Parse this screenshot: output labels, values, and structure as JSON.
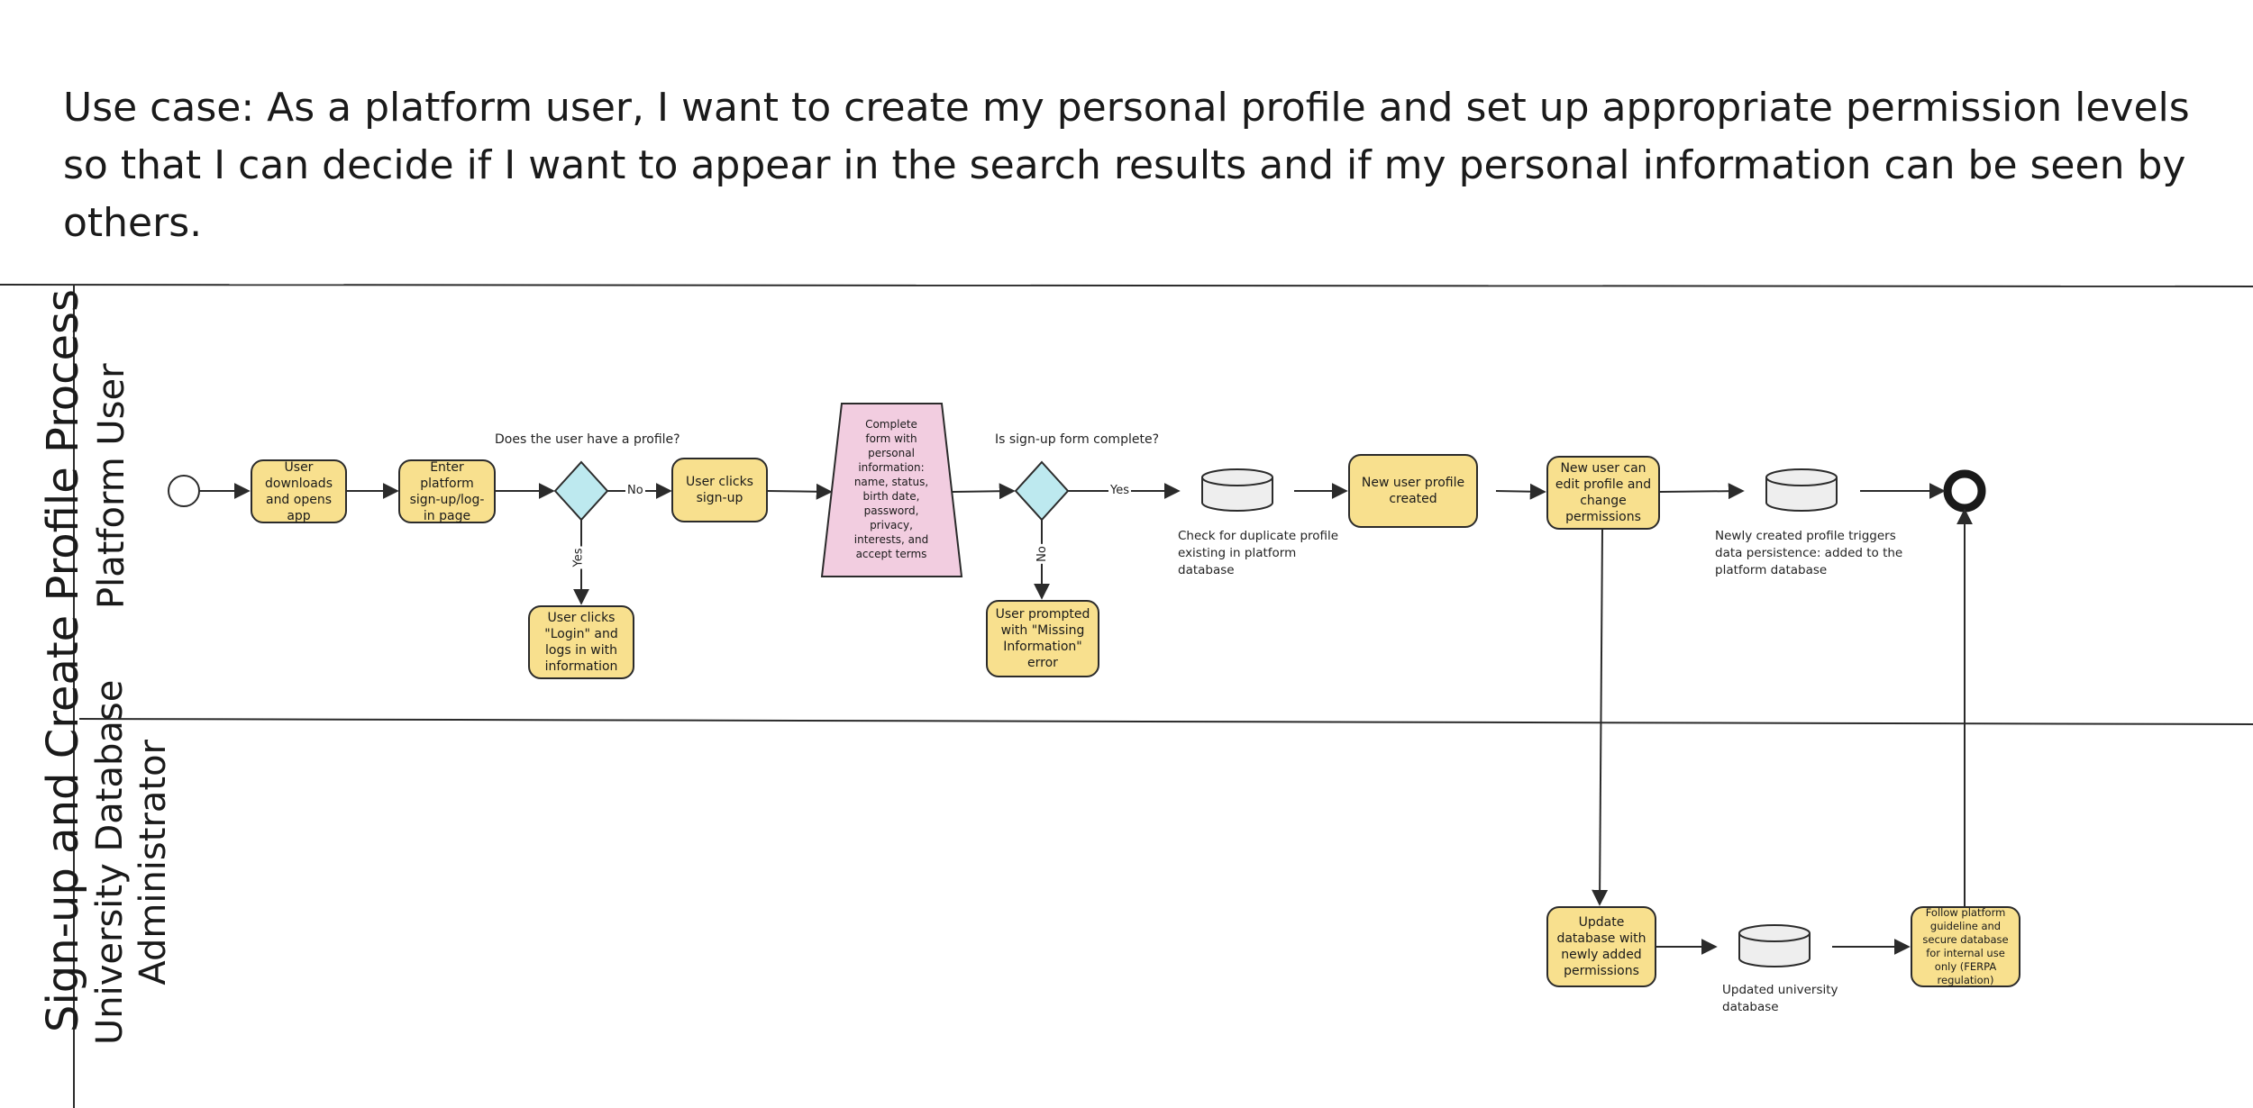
{
  "use_case": "Use case: As a platform user, I want to create my personal profile and set up appropriate permission levels so that I can decide if I want to appear in the search results and if my personal information can be seen by others.",
  "pool": {
    "title": "Sign-up and Create Profile Process"
  },
  "lanes": {
    "platform_user": "Platform User",
    "db_admin_line1": "University Database",
    "db_admin_line2": "Administrator"
  },
  "tasks": {
    "download": "User downloads and opens app",
    "enter_platform": "Enter platform sign-up/log-in page",
    "clicks_signup": "User clicks sign-up",
    "clicks_login": "User clicks \"Login\" and logs in with information",
    "complete_form": "Complete form with personal information: name, status, birth date, password, privacy, interests, and accept terms",
    "missing_info": "User prompted with \"Missing Information\" error",
    "new_profile": "New user profile created",
    "edit_profile": "New user can edit profile and change permissions",
    "update_db": "Update database with newly added permissions",
    "follow_guideline": "Follow platform guideline and secure database for internal use only (FERPA regulation)"
  },
  "gateways": {
    "has_profile": "Does the user have a profile?",
    "form_complete": "Is sign-up form complete?"
  },
  "flow_labels": {
    "no": "No",
    "yes": "Yes"
  },
  "data_notes": {
    "duplicate_check": "Check for duplicate profile existing in platform database",
    "persistence": "Newly created profile triggers data persistence: added to the platform database",
    "updated_db": "Updated university database"
  },
  "colors": {
    "task_fill": "#f8e08e",
    "gateway_fill": "#bde9ef",
    "form_fill": "#f2cde0",
    "stroke": "#2b2b2b",
    "datastore_fill": "#eeeeee"
  }
}
